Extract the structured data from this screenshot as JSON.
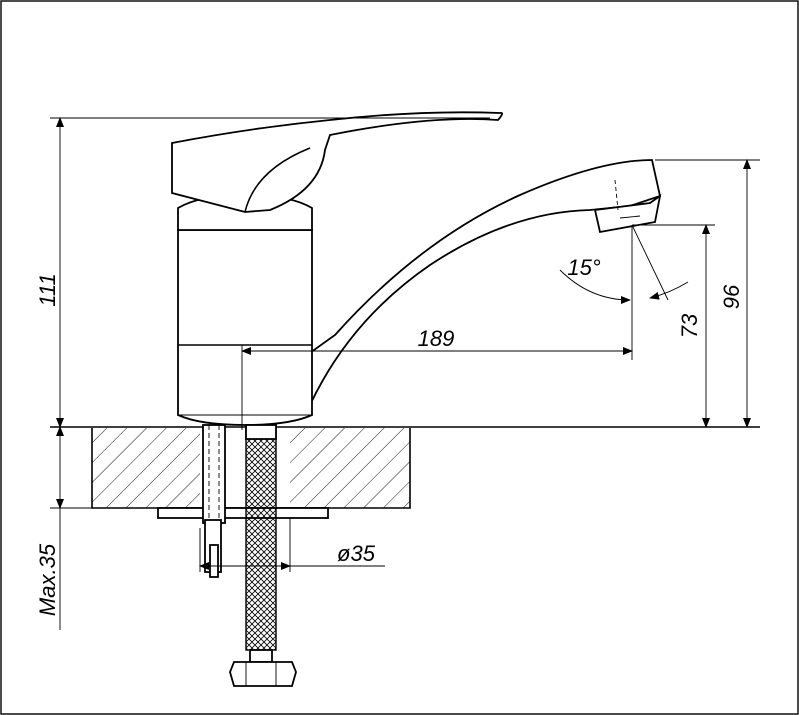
{
  "dimensions": {
    "height_total": "111",
    "spout_reach": "189",
    "outlet_height": "73",
    "spout_top_height": "96",
    "spout_angle": "15°",
    "hole_diameter": "ø35",
    "max_thickness": "Max.35"
  },
  "colors": {
    "line": "#000000",
    "background": "#ffffff"
  }
}
